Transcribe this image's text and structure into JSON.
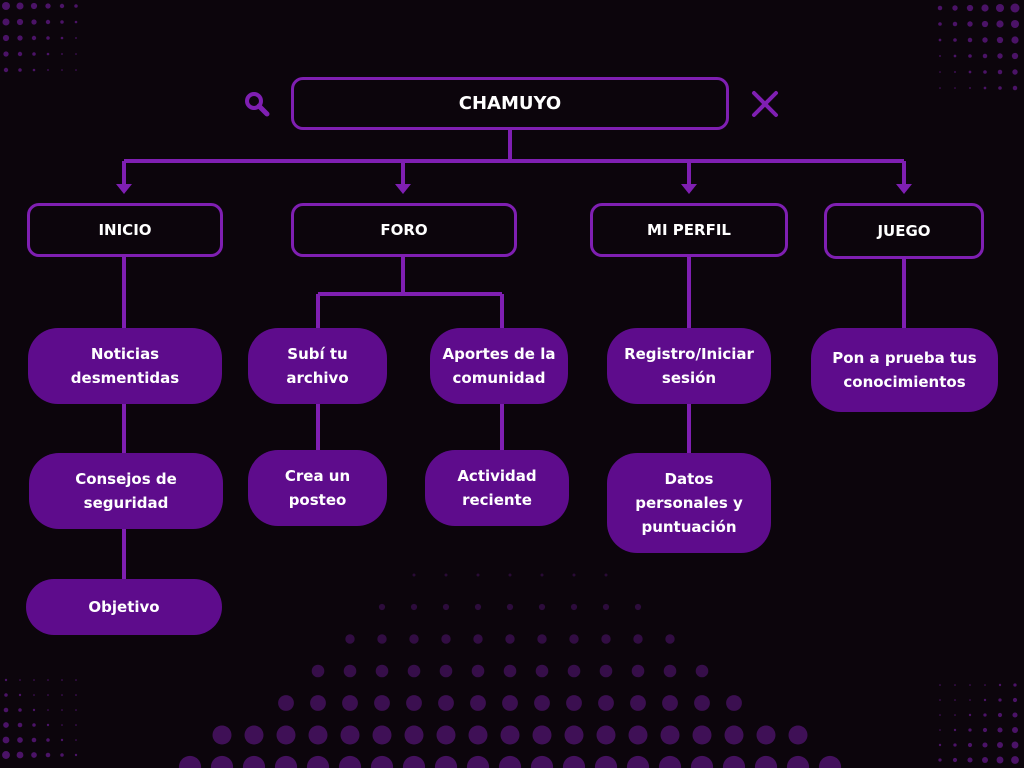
{
  "colors": {
    "background": "#0c050c",
    "accent": "#7f1fb2",
    "leaf_fill": "#5e0c8c",
    "text": "#ffffff"
  },
  "root": {
    "label": "CHAMUYO",
    "left_icon": "search-icon",
    "right_icon": "close-icon"
  },
  "categories": [
    {
      "label": "INICIO",
      "children": [
        "Noticias desmentidas",
        "Consejos de seguridad",
        "Objetivo"
      ]
    },
    {
      "label": "FORO",
      "children": [
        {
          "branch": [
            "Subí tu archivo",
            "Crea un posteo"
          ]
        },
        {
          "branch": [
            "Aportes de la comunidad",
            "Actividad reciente"
          ]
        }
      ]
    },
    {
      "label": "MI PERFIL",
      "children": [
        "Registro/Iniciar sesión",
        "Datos personales y puntuación"
      ]
    },
    {
      "label": "JUEGO",
      "children": [
        "Pon a prueba tus conocimientos"
      ]
    }
  ]
}
